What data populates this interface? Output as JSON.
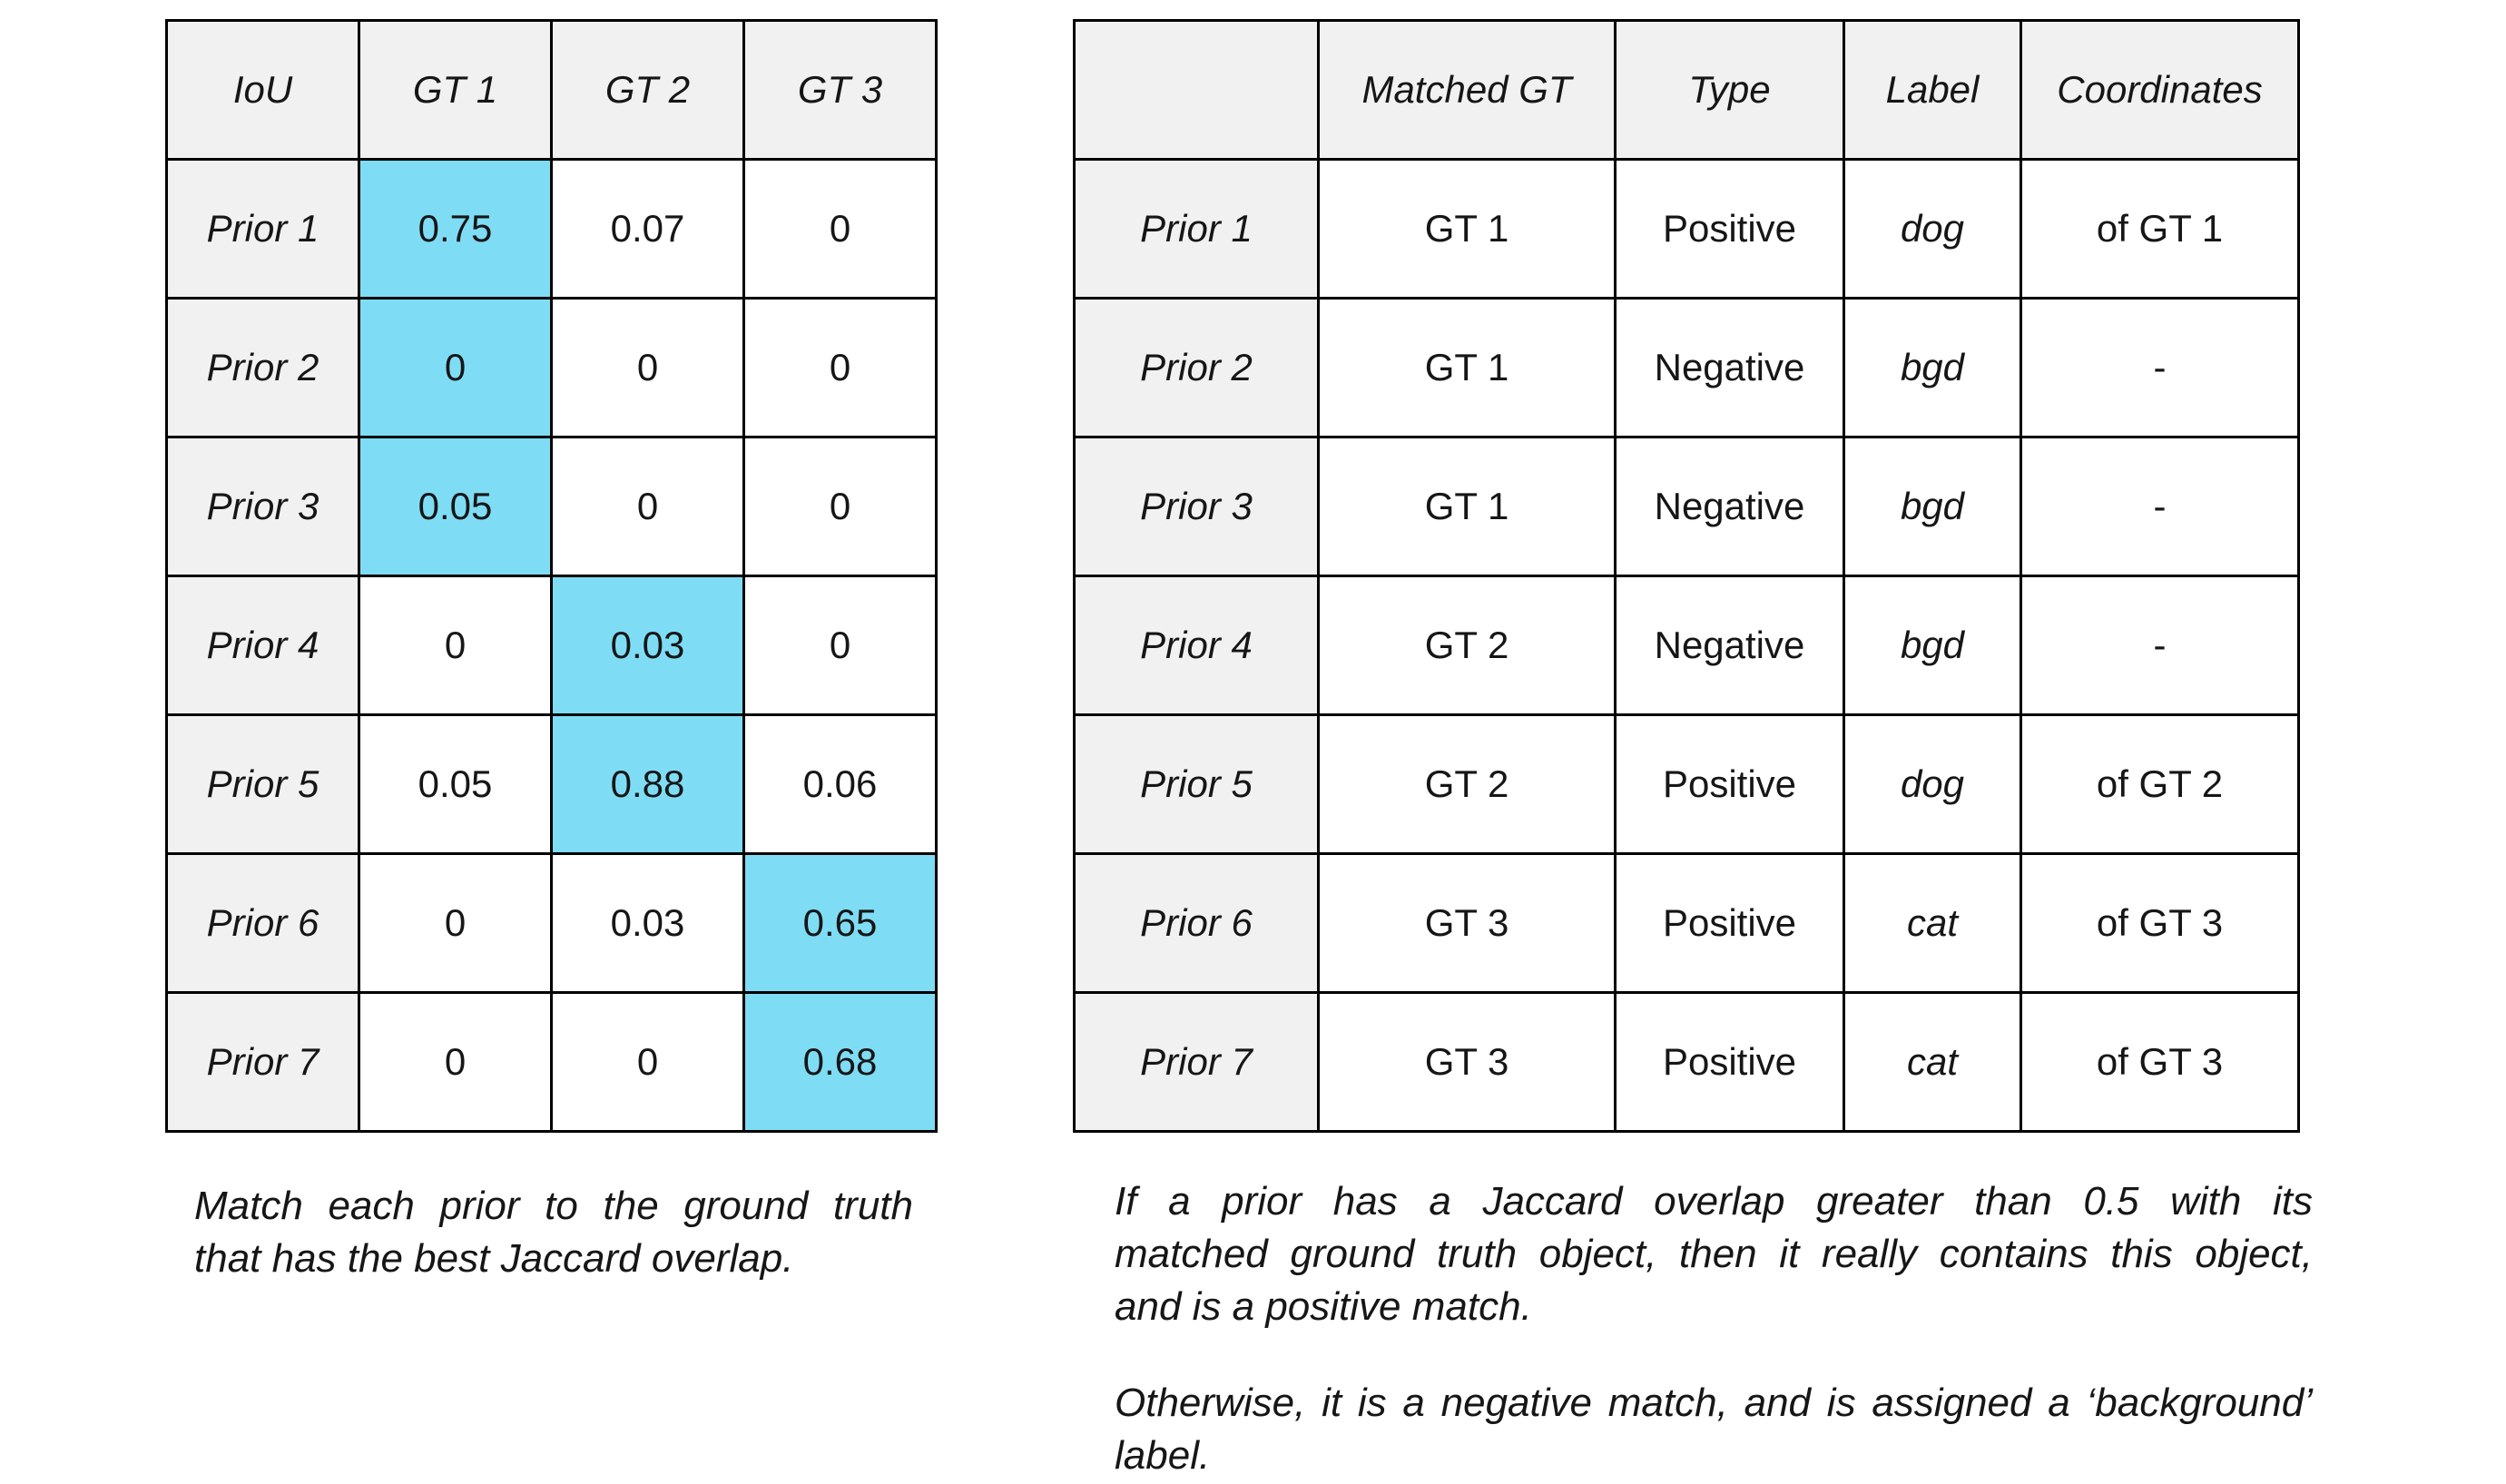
{
  "colors": {
    "highlight": "#7FDCF5",
    "label-bg": "#F1F1F1",
    "border": "#000000",
    "text": "#161616",
    "page-bg": "#FFFFFF"
  },
  "iou_table": {
    "headers": [
      "IoU",
      "GT 1",
      "GT 2",
      "GT 3"
    ],
    "rows": [
      {
        "label": "Prior 1",
        "values": [
          "0.75",
          "0.07",
          "0"
        ],
        "highlight_col": 0
      },
      {
        "label": "Prior 2",
        "values": [
          "0",
          "0",
          "0"
        ],
        "highlight_col": 0
      },
      {
        "label": "Prior 3",
        "values": [
          "0.05",
          "0",
          "0"
        ],
        "highlight_col": 0
      },
      {
        "label": "Prior 4",
        "values": [
          "0",
          "0.03",
          "0"
        ],
        "highlight_col": 1
      },
      {
        "label": "Prior 5",
        "values": [
          "0.05",
          "0.88",
          "0.06"
        ],
        "highlight_col": 1
      },
      {
        "label": "Prior 6",
        "values": [
          "0",
          "0.03",
          "0.65"
        ],
        "highlight_col": 2
      },
      {
        "label": "Prior 7",
        "values": [
          "0",
          "0",
          "0.68"
        ],
        "highlight_col": 2
      }
    ],
    "caption_lines": [
      "Match each prior to the ground truth",
      "that has the best Jaccard overlap."
    ]
  },
  "match_table": {
    "headers": [
      "",
      "Matched GT",
      "Type",
      "Label",
      "Coordinates"
    ],
    "rows": [
      {
        "label": "Prior 1",
        "matched_gt": "GT 1",
        "type": "Positive",
        "class_label": "dog",
        "coordinates": "of GT 1"
      },
      {
        "label": "Prior 2",
        "matched_gt": "GT 1",
        "type": "Negative",
        "class_label": "bgd",
        "coordinates": "-"
      },
      {
        "label": "Prior 3",
        "matched_gt": "GT 1",
        "type": "Negative",
        "class_label": "bgd",
        "coordinates": "-"
      },
      {
        "label": "Prior 4",
        "matched_gt": "GT 2",
        "type": "Negative",
        "class_label": "bgd",
        "coordinates": "-"
      },
      {
        "label": "Prior 5",
        "matched_gt": "GT 2",
        "type": "Positive",
        "class_label": "dog",
        "coordinates": "of GT 2"
      },
      {
        "label": "Prior 6",
        "matched_gt": "GT 3",
        "type": "Positive",
        "class_label": "cat",
        "coordinates": "of GT 3"
      },
      {
        "label": "Prior 7",
        "matched_gt": "GT 3",
        "type": "Positive",
        "class_label": "cat",
        "coordinates": "of GT 3"
      }
    ],
    "captions": [
      {
        "lines": [
          "If a prior has a Jaccard overlap greater than 0.5 with its",
          "matched ground truth object, then it really contains this object,",
          "and is a positive match."
        ]
      },
      {
        "lines": [
          "Otherwise, it is a negative match, and is assigned a ‘background’",
          "label."
        ]
      }
    ]
  }
}
